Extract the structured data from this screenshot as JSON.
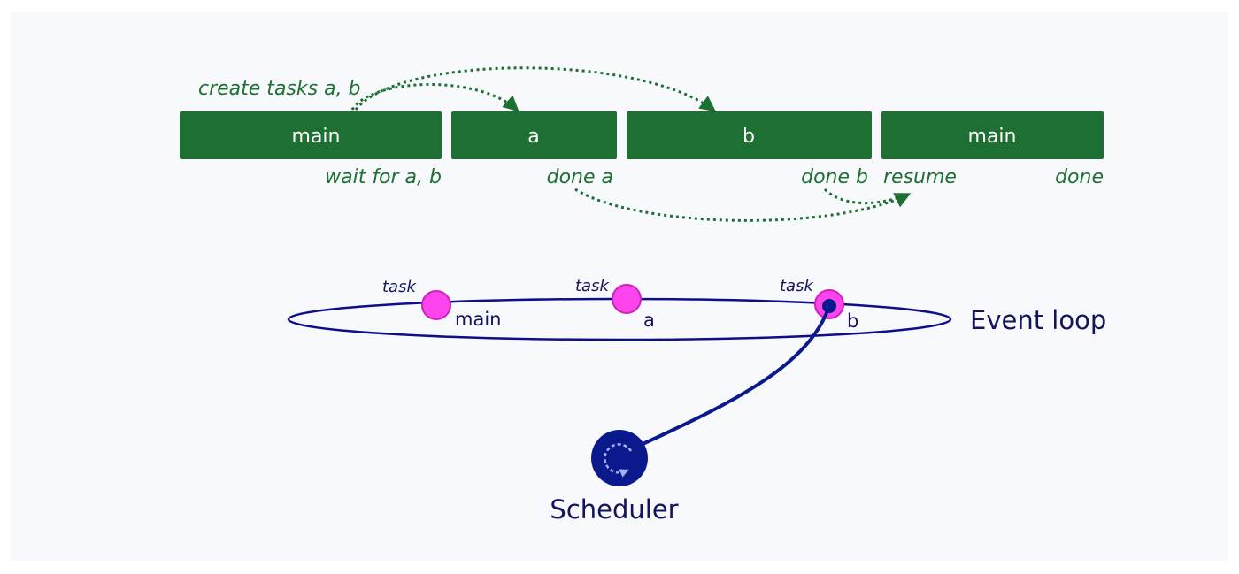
{
  "colors": {
    "background": "#f7f9fc",
    "box": "#1d7031",
    "green_text": "#1d7031",
    "loop": "#0e0e8a",
    "task_dot": "#ff44ee",
    "task_dot_border": "#cc22bb",
    "scheduler": "#0a1a8c",
    "scheduler_inner": "#7f9df0",
    "navy_text": "#14145a"
  },
  "timeline": {
    "create_label": "create tasks a, b",
    "boxes": {
      "main_1": "main",
      "a": "a",
      "b": "b",
      "main_2": "main"
    },
    "below_labels": {
      "wait": "wait for a, b",
      "done_a": "done a",
      "done_b": "done b",
      "resume": "resume",
      "done": "done"
    }
  },
  "event_loop": {
    "title": "Event loop",
    "tasks": [
      {
        "tag": "task",
        "name": "main"
      },
      {
        "tag": "task",
        "name": "a"
      },
      {
        "tag": "task",
        "name": "b"
      }
    ]
  },
  "scheduler": {
    "label": "Scheduler",
    "icon": "cycle-arrow-icon"
  }
}
